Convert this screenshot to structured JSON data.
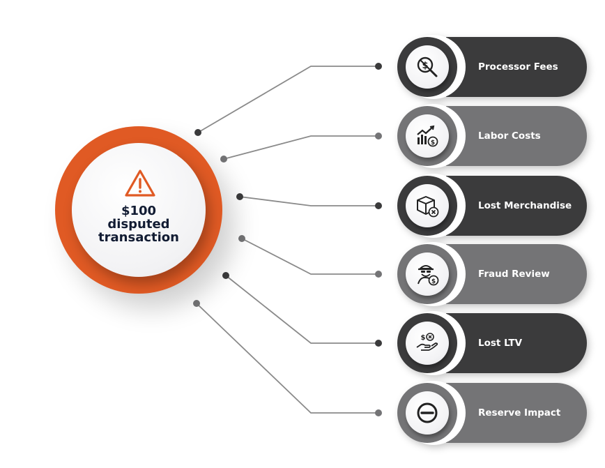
{
  "hub": {
    "lines": [
      "$100",
      "disputed",
      "transaction"
    ],
    "accent_color": "#e05a24",
    "icon": "warning-triangle-icon"
  },
  "items": [
    {
      "label": "Processor Fees",
      "icon": "no-money-search-icon",
      "tone": "dark"
    },
    {
      "label": "Labor Costs",
      "icon": "rising-chart-dollar-icon",
      "tone": "light"
    },
    {
      "label": "Lost Merchandise",
      "icon": "box-cancel-icon",
      "tone": "dark"
    },
    {
      "label": "Fraud Review",
      "icon": "fraudster-dollar-icon",
      "tone": "light"
    },
    {
      "label": "Lost LTV",
      "icon": "hand-dollar-cancel-icon",
      "tone": "dark"
    },
    {
      "label": "Reserve Impact",
      "icon": "minus-circle-icon",
      "tone": "light"
    }
  ],
  "colors": {
    "dark": "#3b3b3c",
    "light": "#747476",
    "text_dark": "#121c33"
  }
}
